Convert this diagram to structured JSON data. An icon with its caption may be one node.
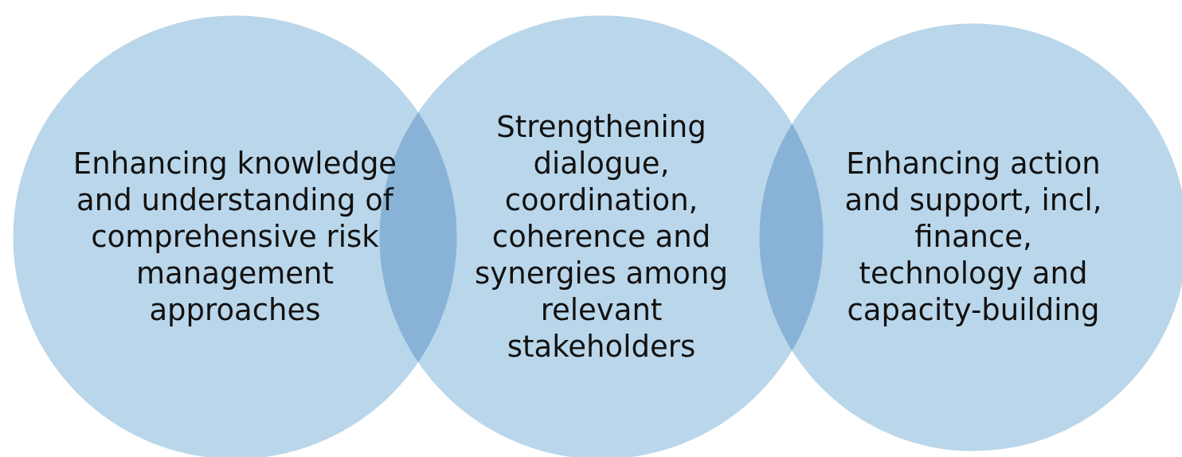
{
  "diagram": {
    "nodes": [
      {
        "text": [
          "Enhancing knowledge and understanding of comprehensive risk management approaches"
        ]
      },
      {
        "text": [
          "Strengthening dialogue, coordination, coherence and synergies among relevant stakeholders"
        ]
      },
      {
        "text": [
          "Enhancing action and support, incl, finance, technology and capacity-building"
        ]
      }
    ]
  }
}
